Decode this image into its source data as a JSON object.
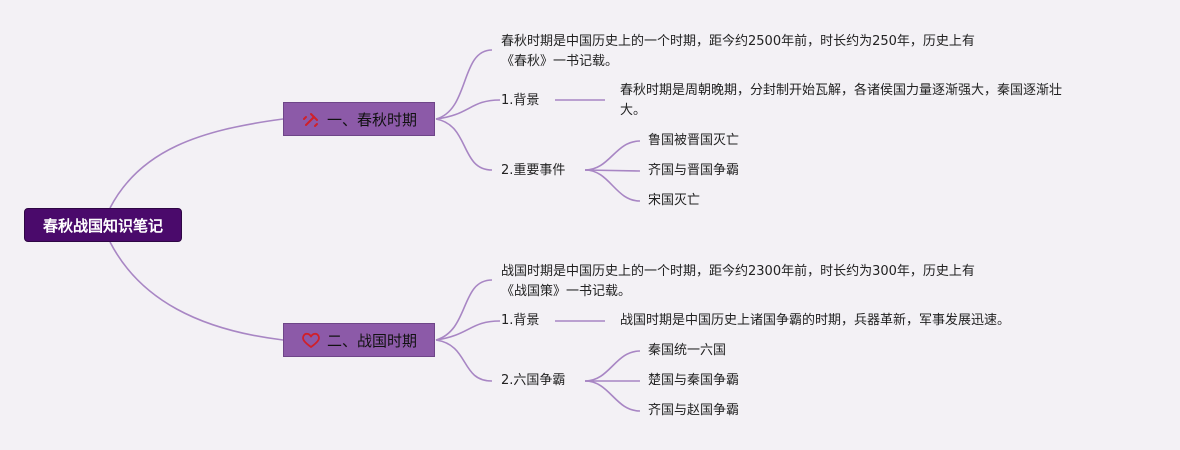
{
  "root": {
    "title": "春秋战国知识笔记"
  },
  "branches": [
    {
      "title": "一、春秋时期",
      "icon": "hammer-icon",
      "intro": {
        "line1": "春秋时期是中国历史上的一个时期，距今约2500年前，时长约为250年，历史上有",
        "line2": "《春秋》一书记载。"
      },
      "background": {
        "label": "1.背景",
        "text_line1": "春秋时期是周朝晚期，分封制开始瓦解，各诸侯国力量逐渐强大，秦国逐渐壮",
        "text_line2": "大。"
      },
      "events": {
        "label": "2.重要事件",
        "items": [
          "鲁国被晋国灭亡",
          "齐国与晋国争霸",
          "宋国灭亡"
        ]
      }
    },
    {
      "title": "二、战国时期",
      "icon": "heart-icon",
      "intro": {
        "line1": "战国时期是中国历史上的一个时期，距今约2300年前，时长约为300年，历史上有",
        "line2": "《战国策》一书记载。"
      },
      "background": {
        "label": "1.背景",
        "text_line1": "战国时期是中国历史上诸国争霸的时期，兵器革新，军事发展迅速。",
        "text_line2": ""
      },
      "events": {
        "label": "2.六国争霸",
        "items": [
          "秦国统一六国",
          "楚国与秦国争霸",
          "齐国与赵国争霸"
        ]
      }
    }
  ],
  "colors": {
    "root": "#4a0a6b",
    "branch": "#8c5aa8",
    "link": "#a886c4",
    "background": "#f3f1f5"
  }
}
